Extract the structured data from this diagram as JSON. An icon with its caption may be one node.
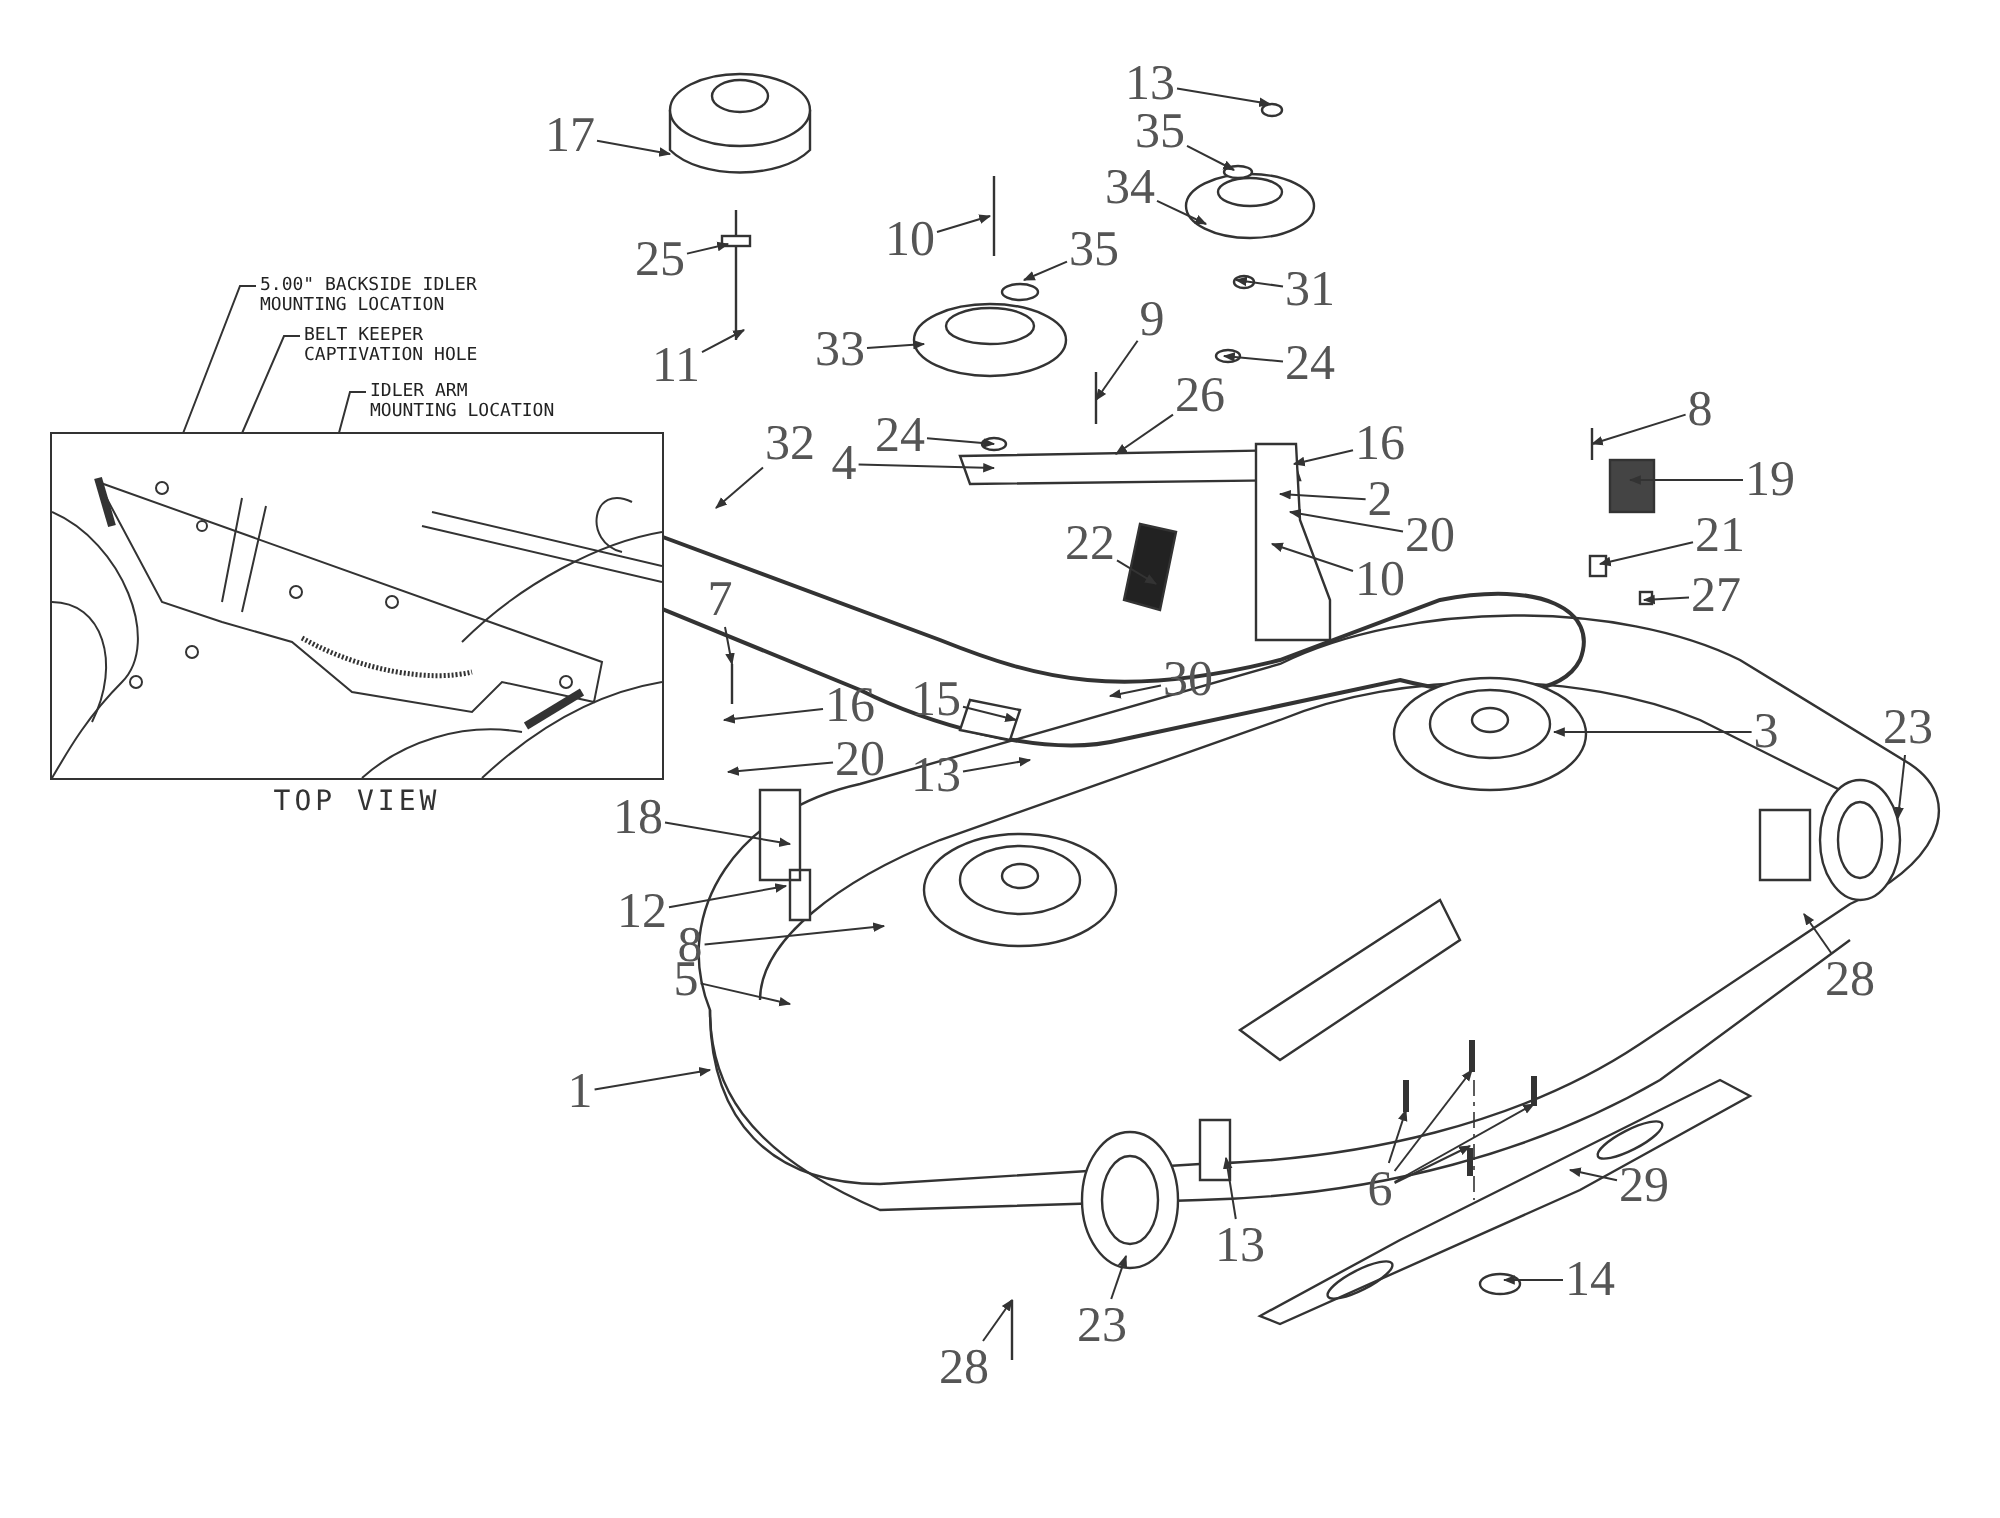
{
  "diagram": {
    "nodes": [
      {
        "text": [
          "TOP VIEW"
        ]
      },
      {
        "text": [
          "5.00\" BACKSIDE IDLER MOUNTING LOCATION"
        ]
      },
      {
        "text": [
          "BELT KEEPER CAPTIVATION HOLE"
        ]
      },
      {
        "text": [
          "IDLER ARM MOUNTING LOCATION"
        ]
      },
      {
        "text": [
          "17"
        ]
      },
      {
        "text": [
          "13"
        ]
      },
      {
        "text": [
          "35"
        ]
      },
      {
        "text": [
          "34"
        ]
      },
      {
        "text": [
          "25"
        ]
      },
      {
        "text": [
          "10"
        ]
      },
      {
        "text": [
          "35"
        ]
      },
      {
        "text": [
          "31"
        ]
      },
      {
        "text": [
          "33"
        ]
      },
      {
        "text": [
          "24"
        ]
      },
      {
        "text": [
          "9"
        ]
      },
      {
        "text": [
          "11"
        ]
      },
      {
        "text": [
          "24"
        ]
      },
      {
        "text": [
          "26"
        ]
      },
      {
        "text": [
          "4"
        ]
      },
      {
        "text": [
          "16"
        ]
      },
      {
        "text": [
          "32"
        ]
      },
      {
        "text": [
          "8"
        ]
      },
      {
        "text": [
          "2"
        ]
      },
      {
        "text": [
          "19"
        ]
      },
      {
        "text": [
          "20"
        ]
      },
      {
        "text": [
          "22"
        ]
      },
      {
        "text": [
          "10"
        ]
      },
      {
        "text": [
          "27"
        ]
      },
      {
        "text": [
          "21"
        ]
      },
      {
        "text": [
          "7"
        ]
      },
      {
        "text": [
          "30"
        ]
      },
      {
        "text": [
          "16"
        ]
      },
      {
        "text": [
          "15"
        ]
      },
      {
        "text": [
          "3"
        ]
      },
      {
        "text": [
          "23"
        ]
      },
      {
        "text": [
          "13"
        ]
      },
      {
        "text": [
          "20"
        ]
      },
      {
        "text": [
          "18"
        ]
      },
      {
        "text": [
          "28"
        ]
      },
      {
        "text": [
          "12"
        ]
      },
      {
        "text": [
          "8"
        ]
      },
      {
        "text": [
          "5"
        ]
      },
      {
        "text": [
          "1"
        ]
      },
      {
        "text": [
          "6"
        ]
      },
      {
        "text": [
          "29"
        ]
      },
      {
        "text": [
          "13"
        ]
      },
      {
        "text": [
          "14"
        ]
      },
      {
        "text": [
          "23"
        ]
      },
      {
        "text": [
          "28"
        ]
      },
      {
        "text": [],
        "shape": "circle",
        "in": 0
      },
      {
        "text": [],
        "shape": "circle",
        "in": 0
      },
      {
        "text": [],
        "shape": "circle",
        "in": 0
      }
    ],
    "edges": [
      {
        "from": 1,
        "to": 49,
        "arrow": "to"
      },
      {
        "from": 2,
        "to": 50,
        "arrow": "to"
      },
      {
        "from": 3,
        "to": 51,
        "arrow": "to"
      },
      {
        "from": 4,
        "to": null,
        "arrow": "to"
      },
      {
        "from": 5,
        "to": null,
        "arrow": "to"
      },
      {
        "from": 6,
        "to": null,
        "arrow": "to"
      },
      {
        "from": 7,
        "to": null,
        "arrow": "to"
      },
      {
        "from": 8,
        "to": null,
        "arrow": "to"
      },
      {
        "from": 9,
        "to": null,
        "arrow": "to"
      },
      {
        "from": 10,
        "to": null,
        "arrow": "to"
      },
      {
        "from": 11,
        "to": null,
        "arrow": "to"
      },
      {
        "from": 12,
        "to": null,
        "arrow": "to"
      },
      {
        "from": 13,
        "to": null,
        "arrow": "to"
      },
      {
        "from": 14,
        "to": null,
        "arrow": "to"
      },
      {
        "from": 15,
        "to": null,
        "arrow": "to"
      },
      {
        "from": 16,
        "to": null,
        "arrow": "to"
      },
      {
        "from": 17,
        "to": null,
        "arrow": "to"
      },
      {
        "from": 18,
        "to": null,
        "arrow": "to"
      },
      {
        "from": 19,
        "to": null,
        "arrow": "to"
      },
      {
        "from": 20,
        "to": null,
        "arrow": "to"
      },
      {
        "from": 21,
        "to": null,
        "arrow": "to"
      },
      {
        "from": 22,
        "to": null,
        "arrow": "to"
      },
      {
        "from": 23,
        "to": null,
        "arrow": "to"
      },
      {
        "from": 24,
        "to": null,
        "arrow": "to"
      },
      {
        "from": 25,
        "to": null,
        "arrow": "to"
      },
      {
        "from": 26,
        "to": null,
        "arrow": "to"
      },
      {
        "from": 27,
        "to": null,
        "arrow": "to"
      },
      {
        "from": 28,
        "to": null,
        "arrow": "to"
      },
      {
        "from": 29,
        "to": null,
        "arrow": "to"
      },
      {
        "from": 30,
        "to": null,
        "arrow": "to"
      },
      {
        "from": 31,
        "to": null,
        "arrow": "to"
      },
      {
        "from": 32,
        "to": null,
        "arrow": "to"
      },
      {
        "from": 33,
        "to": null,
        "arrow": "to"
      },
      {
        "from": 34,
        "to": null,
        "arrow": "to"
      },
      {
        "from": 35,
        "to": null,
        "arrow": "to"
      },
      {
        "from": 36,
        "to": null,
        "arrow": "to"
      },
      {
        "from": 37,
        "to": null,
        "arrow": "to"
      },
      {
        "from": 38,
        "to": null,
        "arrow": "to"
      },
      {
        "from": 39,
        "to": null,
        "arrow": "to"
      },
      {
        "from": 40,
        "to": null,
        "arrow": "to"
      },
      {
        "from": 41,
        "to": null,
        "arrow": "to"
      },
      {
        "from": 42,
        "to": null,
        "arrow": "to"
      },
      {
        "from": 43,
        "to": null,
        "arrow": "to"
      },
      {
        "from": 43,
        "to": null,
        "arrow": "to"
      },
      {
        "from": 43,
        "to": null,
        "arrow": "to"
      },
      {
        "from": 43,
        "to": null,
        "arrow": "to"
      },
      {
        "from": 44,
        "to": null,
        "arrow": "to"
      },
      {
        "from": 45,
        "to": null,
        "arrow": "to"
      },
      {
        "from": 46,
        "to": null,
        "arrow": "to"
      },
      {
        "from": 47,
        "to": null,
        "arrow": "to"
      },
      {
        "from": 48,
        "to": null,
        "arrow": "to"
      }
    ]
  }
}
